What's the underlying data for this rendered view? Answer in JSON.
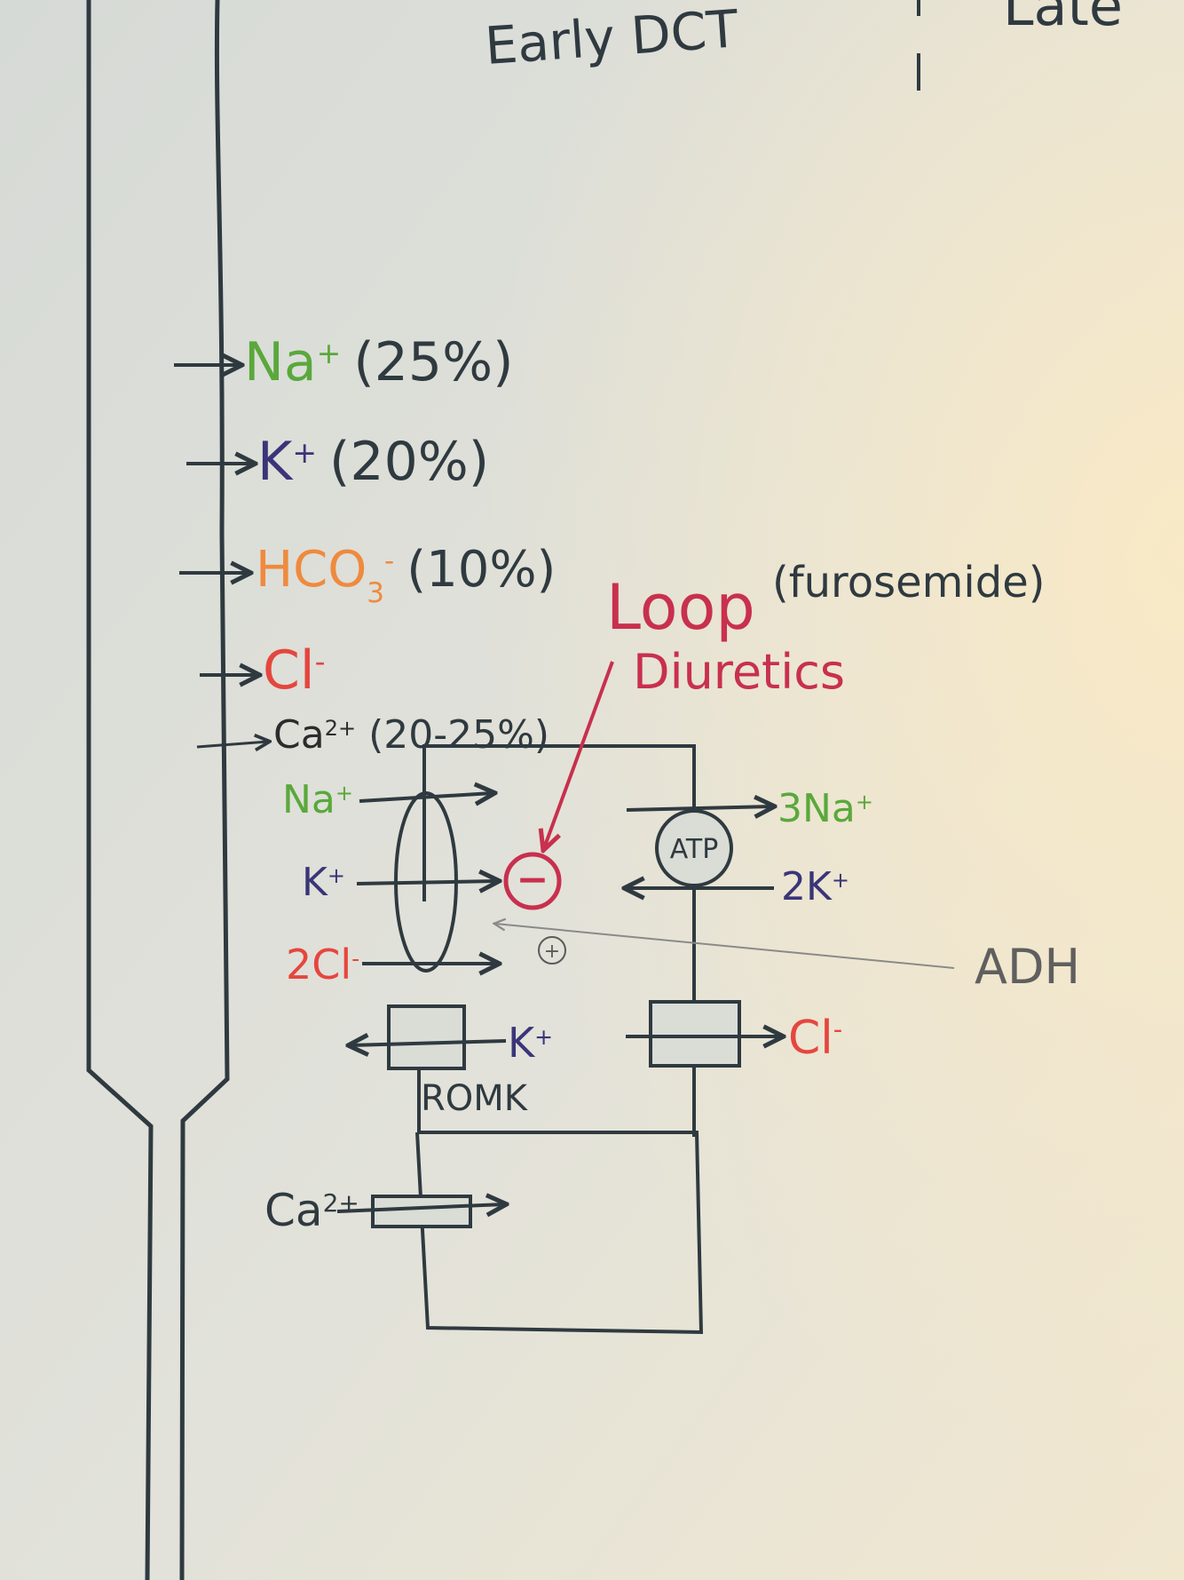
{
  "header": {
    "early_dct": "Early DCT",
    "late_partial": "Late"
  },
  "filtrate_labels": [
    {
      "ion": "Na",
      "sup": "+",
      "pct": "(25%)",
      "color": "#5aa83c"
    },
    {
      "ion": "K",
      "sup": "+",
      "pct": "(20%)",
      "color": "#3a3578"
    },
    {
      "ion": "HCO",
      "sub": "3",
      "sup": "-",
      "pct": "(10%)",
      "color": "#ef8a3e"
    },
    {
      "ion": "Cl",
      "sup": "-",
      "pct": "",
      "color": "#e5463e"
    },
    {
      "ion": "Ca",
      "sup": "2+",
      "pct": "(20-25%)",
      "color": "#2c2c2c"
    }
  ],
  "drug": {
    "name_line1": "Loop",
    "name_line2": "Diuretics",
    "example": "(furosemide)",
    "inhibit_symbol": "−",
    "color": "#c8304e"
  },
  "cotransporter": {
    "na_label": "Na",
    "na_sup": "+",
    "k_label": "K",
    "k_sup": "+",
    "cl_label": "2Cl",
    "cl_sup": "-"
  },
  "pump": {
    "label": "ATP",
    "na_out": "3Na",
    "na_sup": "+",
    "k_in": "2K",
    "k_sup": "+"
  },
  "romk": {
    "label": "ROMK",
    "ion": "K",
    "ion_sup": "+"
  },
  "cl_channel": {
    "ion": "Cl",
    "ion_sup": "-"
  },
  "adh": {
    "label": "ADH",
    "stimulate_symbol": "+"
  },
  "calcium": {
    "ion": "Ca",
    "sup": "2+"
  },
  "colors": {
    "ink": "#2f3a40",
    "green": "#5aa83c",
    "navy": "#3a3578",
    "orange": "#ef8a3e",
    "red": "#e5463e",
    "crimson": "#c8304e",
    "pencil": "#8a8a8a"
  }
}
